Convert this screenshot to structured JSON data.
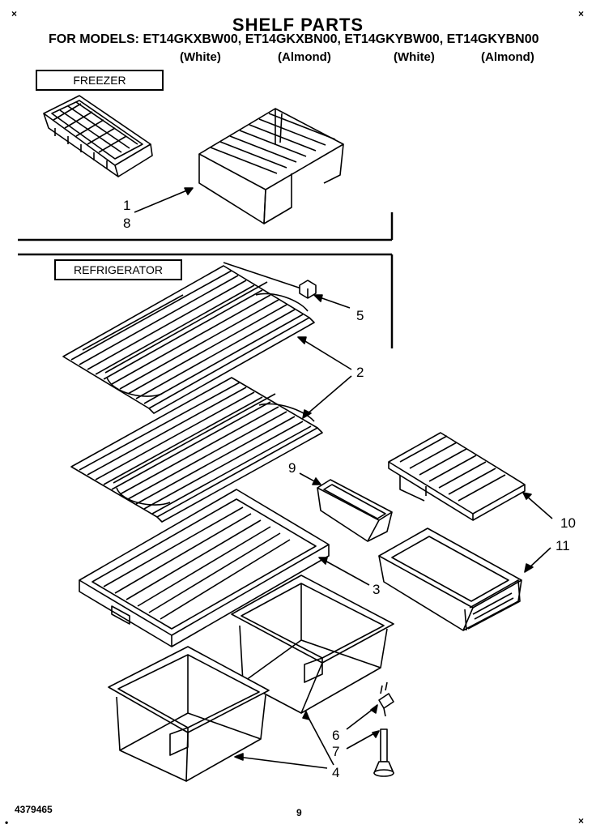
{
  "title": "SHELF PARTS",
  "models_line": "FOR MODELS: ET14GKXBW00, ET14GKXBN00, ET14GKYBW00, ET14GKYBN00",
  "colors": [
    "(White)",
    "(Almond)",
    "(White)",
    "(Almond)"
  ],
  "sections": {
    "freezer": "FREEZER",
    "refrigerator": "REFRIGERATOR"
  },
  "callouts": {
    "c1": "1",
    "c8": "8",
    "c5": "5",
    "c2": "2",
    "c9": "9",
    "c10": "10",
    "c11": "11",
    "c3": "3",
    "c6": "6",
    "c7": "7",
    "c4": "4"
  },
  "footer": {
    "doc_number": "4379465",
    "page_number": "9"
  }
}
